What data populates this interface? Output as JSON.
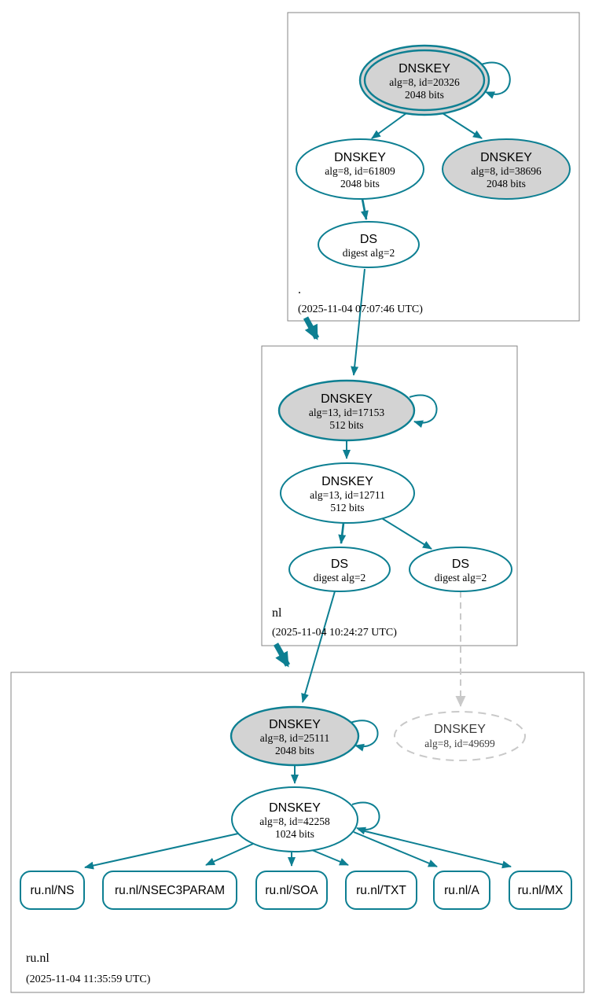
{
  "colors": {
    "edge-teal": "#0d7f92",
    "node-gray": "#d3d3d3",
    "cluster-border": "#848484",
    "dashed-gray": "#c9c9c9"
  },
  "root_zone": {
    "label": ".",
    "timestamp": "(2025-11-04 07:07:46 UTC)",
    "ksk": {
      "title": "DNSKEY",
      "line2": "alg=8, id=20326",
      "line3": "2048 bits"
    },
    "zsk": {
      "title": "DNSKEY",
      "line2": "alg=8, id=61809",
      "line3": "2048 bits"
    },
    "extra_key": {
      "title": "DNSKEY",
      "line2": "alg=8, id=38696",
      "line3": "2048 bits"
    },
    "ds": {
      "title": "DS",
      "line2": "digest alg=2"
    }
  },
  "nl_zone": {
    "label": "nl",
    "timestamp": "(2025-11-04 10:24:27 UTC)",
    "ksk": {
      "title": "DNSKEY",
      "line2": "alg=13, id=17153",
      "line3": "512 bits"
    },
    "zsk": {
      "title": "DNSKEY",
      "line2": "alg=13, id=12711",
      "line3": "512 bits"
    },
    "ds_left": {
      "title": "DS",
      "line2": "digest alg=2"
    },
    "ds_right": {
      "title": "DS",
      "line2": "digest alg=2"
    }
  },
  "runl_zone": {
    "label": "ru.nl",
    "timestamp": "(2025-11-04 11:35:59 UTC)",
    "ksk": {
      "title": "DNSKEY",
      "line2": "alg=8, id=25111",
      "line3": "2048 bits"
    },
    "missing_key": {
      "title": "DNSKEY",
      "line2": "alg=8, id=49699"
    },
    "zsk": {
      "title": "DNSKEY",
      "line2": "alg=8, id=42258",
      "line3": "1024 bits"
    },
    "rrsets": [
      {
        "label": "ru.nl/NS"
      },
      {
        "label": "ru.nl/NSEC3PARAM"
      },
      {
        "label": "ru.nl/SOA"
      },
      {
        "label": "ru.nl/TXT"
      },
      {
        "label": "ru.nl/A"
      },
      {
        "label": "ru.nl/MX"
      }
    ]
  }
}
